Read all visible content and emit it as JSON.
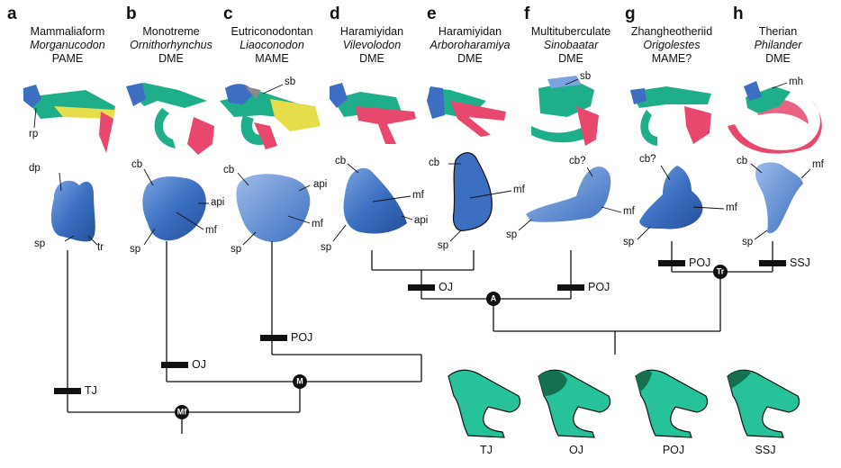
{
  "panels": [
    {
      "letter": "a",
      "group": "Mammaliaform",
      "genus": "Morganucodon",
      "state": "PAME"
    },
    {
      "letter": "b",
      "group": "Monotreme",
      "genus": "Ornithorhynchus",
      "state": "DME"
    },
    {
      "letter": "c",
      "group": "Eutriconodontan",
      "genus": "Liaoconodon",
      "state": "MAME"
    },
    {
      "letter": "d",
      "group": "Haramiyidan",
      "genus": "Vilevolodon",
      "state": "DME"
    },
    {
      "letter": "e",
      "group": "Haramiyidan",
      "genus": "Arboroharamiya",
      "state": "DME"
    },
    {
      "letter": "f",
      "group": "Multituberculate",
      "genus": "Sinobaatar",
      "state": "DME"
    },
    {
      "letter": "g",
      "group": "Zhangheotheriid",
      "genus": "Origolestes",
      "state": "MAME?"
    },
    {
      "letter": "h",
      "group": "Therian",
      "genus": "Philander",
      "state": "DME"
    }
  ],
  "anatomy_labels": {
    "rp": "rp",
    "sb_c": "sb",
    "sb_f": "sb",
    "mh": "mh",
    "a_dp": "dp",
    "a_sp": "sp",
    "a_tr": "tr",
    "b_cb": "cb",
    "b_api": "api",
    "b_mf": "mf",
    "b_sp": "sp",
    "c_cb": "cb",
    "c_api": "api",
    "c_mf": "mf",
    "c_sp": "sp",
    "d_cb": "cb",
    "d_mf": "mf",
    "d_api": "api",
    "d_sp": "sp",
    "e_cb": "cb",
    "e_mf": "mf",
    "e_sp": "sp",
    "f_cb": "cb?",
    "f_mf": "mf",
    "f_sp": "sp",
    "g_cb": "cb?",
    "g_mf": "mf",
    "g_sp": "sp",
    "h_cb": "cb",
    "h_mf": "mf",
    "h_sp": "sp"
  },
  "events": {
    "tj": "TJ",
    "oj_b": "OJ",
    "poj_c": "POJ",
    "oj_de": "OJ",
    "poj_f": "POJ",
    "poj_g": "POJ",
    "ssj_h": "SSJ"
  },
  "nodes": {
    "mf": "Mf",
    "m": "M",
    "a": "A",
    "tr": "Tr"
  },
  "joint_types": [
    "TJ",
    "OJ",
    "POJ",
    "SSJ"
  ],
  "colors": {
    "bone_blue": "#3c6fc2",
    "bone_blue_dark": "#24509a",
    "jaw_green": "#1fae8a",
    "jaw_teal": "#27c19a",
    "ear_pink": "#e8486e",
    "ear_yellow": "#e6dd4a",
    "joint_dark": "#15704f",
    "line": "#111111"
  }
}
